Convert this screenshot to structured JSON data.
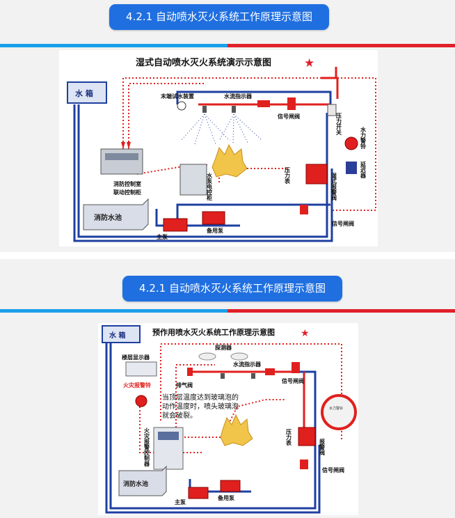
{
  "slide1": {
    "header": "4.2.1 自动喷水灭火系统工作原理示意图",
    "title": "湿式自动喷水灭火系统演示示意图",
    "labels": {
      "tank": "水 箱",
      "pool": "消防水池",
      "control_room": "消防控制室",
      "control_cabinet": "联动控制柜",
      "pump_cabinet": "水泵电控柜",
      "main_pump": "主泵",
      "backup_pump": "备用泵",
      "end_test": "末端试水装置",
      "flow_indicator": "水流指示器",
      "signal_valve_top": "信号闸阀",
      "pressure_switch": "压力开关",
      "water_bell": "水力警铃",
      "delay": "延迟器",
      "gauge": "压力表",
      "alarm_valve": "湿式报警阀",
      "signal_valve_bottom": "信号闸阀"
    }
  },
  "slide2": {
    "header": "4.2.1 自动喷水灭火系统工作原理示意图",
    "title": "预作用喷水灭火系统工作原理示意图",
    "labels": {
      "tank": "水 箱",
      "floor_display": "楼层显示器",
      "fire_bell": "火灾报警铃",
      "detector": "探测器",
      "exhaust_valve": "排气阀",
      "flow_indicator": "水流指示器",
      "signal_valve_top": "信号闸阀",
      "note": [
        "当顶层温度达到玻璃泡的",
        "动作温度时，喷头玻璃泡",
        "就会破裂。"
      ],
      "fire_controller": "火灾报警控制器",
      "gauge": "压力表",
      "alarm_valve": "报警阀",
      "signal_valve_bottom": "信号闸阀",
      "pool": "消防水池",
      "main_pump": "主泵",
      "backup_pump": "备用泵",
      "bell_face": "水力警铃"
    }
  },
  "colors": {
    "accent": "#1f6fe0",
    "pipe_red": "#e0201e",
    "pipe_blue": "#1e3fa0",
    "star": "#e0202a"
  }
}
